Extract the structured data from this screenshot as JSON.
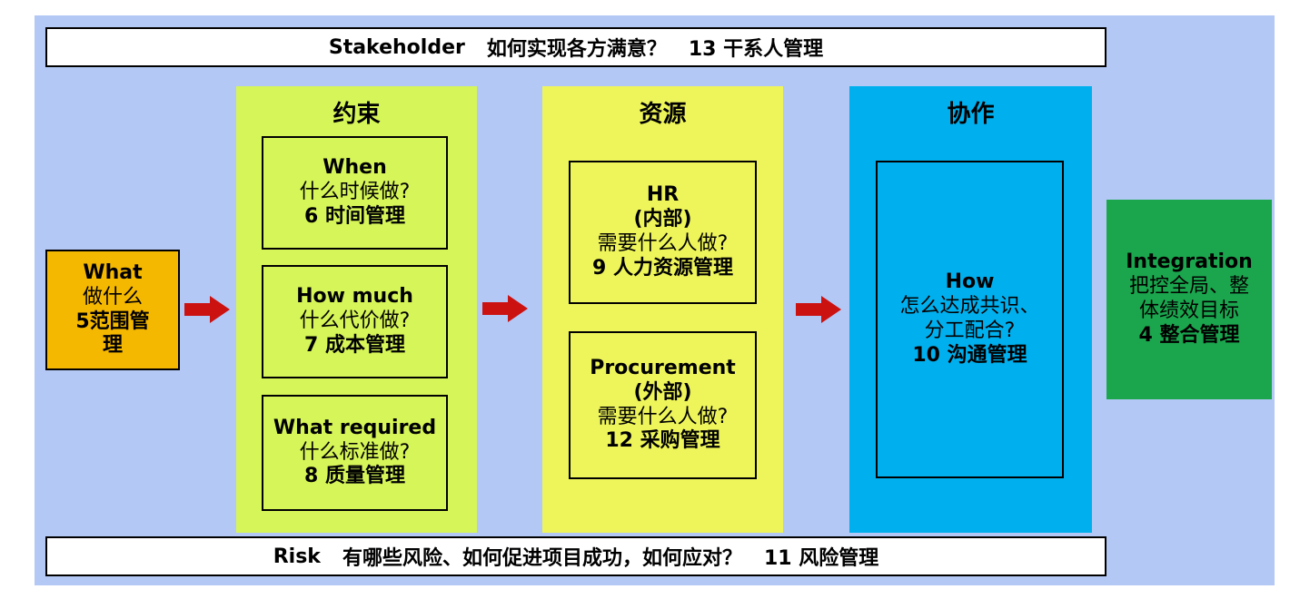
{
  "stakeholder_bar": {
    "en": "Stakeholder",
    "question": "如何实现各方满意？",
    "area": "13 干系人管理"
  },
  "risk_bar": {
    "en": "Risk",
    "question": "有哪些风险、如何促进项目成功，如何应对？",
    "area": "11 风险管理"
  },
  "what_box": {
    "en": "What",
    "question": "做什么",
    "area": "5范围管理"
  },
  "constraints": {
    "title": "约束",
    "when": {
      "en": "When",
      "question": "什么时候做?",
      "area": "6 时间管理"
    },
    "howmuch": {
      "en": "How much",
      "question": "什么代价做?",
      "area": "7 成本管理"
    },
    "whatrequired": {
      "en": "What required",
      "question": "什么标准做?",
      "area": "8 质量管理"
    }
  },
  "resources": {
    "title": "资源",
    "hr": {
      "en": "HR",
      "scope": "(内部)",
      "question": "需要什么人做?",
      "area": "9 人力资源管理"
    },
    "procurement": {
      "en": "Procurement",
      "scope": "(外部)",
      "question": "需要什么人做?",
      "area": "12 采购管理"
    }
  },
  "collaboration": {
    "title": "协作",
    "how": {
      "en": "How",
      "question_line1": "怎么达成共识、",
      "question_line2": "分工配合?",
      "area": "10 沟通管理"
    }
  },
  "integration": {
    "en": "Integration",
    "question": "把控全局、整体绩效目标",
    "area": "4 整合管理"
  },
  "colors": {
    "background": "#b3c8f5",
    "what": "#f5b800",
    "constraints": "#d6f558",
    "resources": "#eef55a",
    "collaboration": "#00b0ee",
    "integration": "#1ba64e",
    "arrow": "#cc1111"
  }
}
